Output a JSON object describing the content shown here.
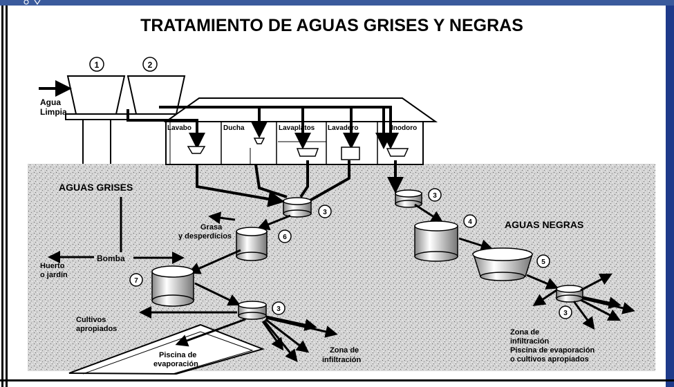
{
  "title": "TRATAMIENTO DE AGUAS GRISES Y NEGRAS",
  "tank_numbers": [
    "1",
    "2"
  ],
  "inlet_label": [
    "Agua",
    "Limpia"
  ],
  "fixtures": [
    "Lavabo",
    "Ducha",
    "Lavaplatos",
    "Lavadero",
    "Inodoro"
  ],
  "section_grey": "AGUAS GRISES",
  "section_black": "AGUAS NEGRAS",
  "grease_label": [
    "Grasa",
    "y desperdicios"
  ],
  "pump_label": "Bomba",
  "garden_label": [
    "Huerto",
    "o jardín"
  ],
  "crops_label": [
    "Cultivos",
    "apropiados"
  ],
  "pool_label": [
    "Piscina de",
    "evaporación"
  ],
  "infiltration_label": [
    "Zona de",
    "infiltración"
  ],
  "black_outlet_label": [
    "Zona de",
    "infiltración",
    "Piscina de evaporación",
    "o cultivos apropiados"
  ],
  "step_numbers": {
    "n3a": "3",
    "n6": "6",
    "n7": "7",
    "n3b": "3",
    "n3c": "3",
    "n4": "4",
    "n5": "5",
    "n3d": "3"
  },
  "colors": {
    "header_bar": "#3a5a9c",
    "right_border": "#1e3a8a",
    "ground": "#c8c8c8"
  }
}
